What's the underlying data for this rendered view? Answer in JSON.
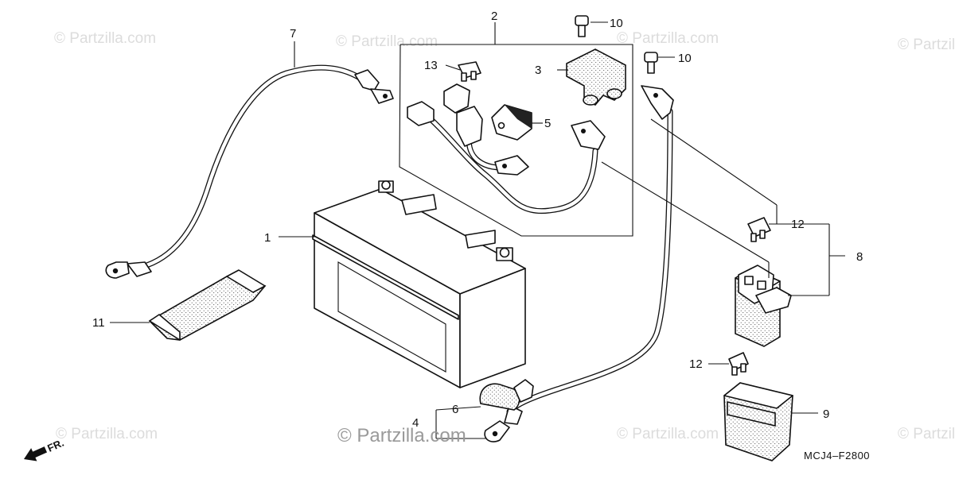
{
  "watermarks": {
    "text": "© Partzilla.com",
    "main": "© Partzilla.com"
  },
  "callouts": {
    "c1": "1",
    "c2": "2",
    "c3": "3",
    "c4": "4",
    "c5": "5",
    "c6": "6",
    "c7": "7",
    "c8": "8",
    "c9": "9",
    "c10a": "10",
    "c10b": "10",
    "c11": "11",
    "c12a": "12",
    "c12b": "12",
    "c13": "13"
  },
  "direction": {
    "label": "FR."
  },
  "diagram_code": "MCJ4–F2800"
}
